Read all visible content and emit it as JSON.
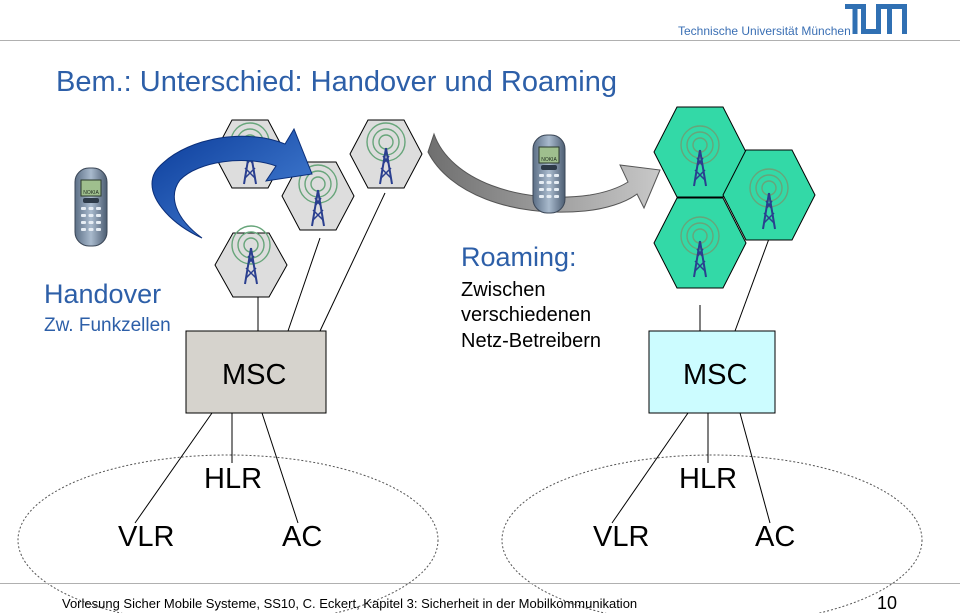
{
  "header": {
    "university": "Technische Universität München"
  },
  "title": "Bem.: Unterschied: Handover und Roaming",
  "handover": {
    "label": "Handover",
    "subtitle": "Zw. Funkzellen"
  },
  "roaming": {
    "label": "Roaming:",
    "lines": [
      "Zwischen",
      "verschiedenen",
      "Netz-Betreibern"
    ]
  },
  "network_left": {
    "msc": "MSC",
    "hlr": "HLR",
    "vlr": "VLR",
    "ac": "AC"
  },
  "network_right": {
    "msc": "MSC",
    "hlr": "HLR",
    "vlr": "VLR",
    "ac": "AC"
  },
  "phone": {
    "brand": "NOKIA"
  },
  "footer": {
    "text": "Vorlesung Sicher Mobile Systeme, SS10, C. Eckert, Kapitel 3: Sicherheit in der Mobilkommunikation",
    "page": "10"
  },
  "colors": {
    "title_blue": "#2d5fa8",
    "left_cell_fill": "#dddddd",
    "right_cell_fill": "#33d9a7",
    "msc_left_fill": "#d6d3cd",
    "msc_right_fill": "#ccfcff",
    "tower": "#2a3f8f",
    "handover_arrow": "#1f55b0",
    "roaming_arrow": "#9a9a9a"
  }
}
